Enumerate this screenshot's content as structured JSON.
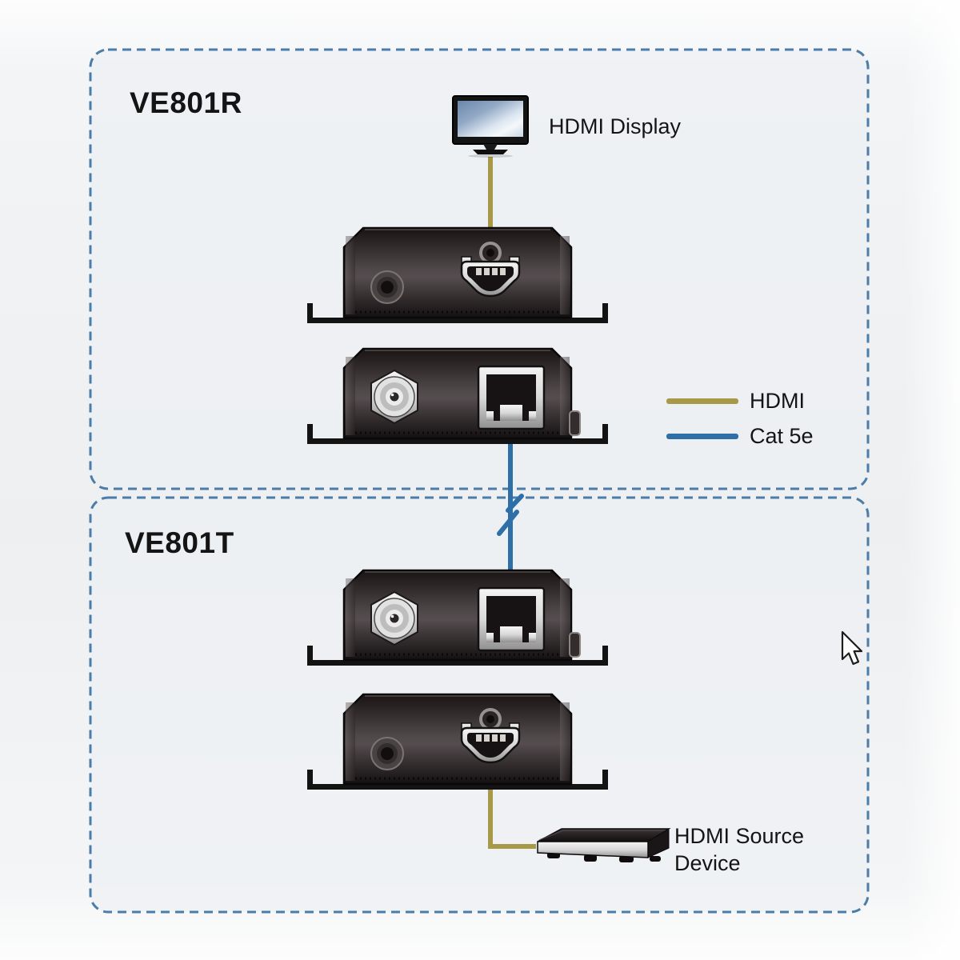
{
  "zones": [
    {
      "label": "VE801R"
    },
    {
      "label": "VE801T"
    }
  ],
  "labels": {
    "display": "HDMI Display",
    "source_line1": "HDMI Source",
    "source_line2": "Device"
  },
  "legend": {
    "items": [
      {
        "label": "HDMI"
      },
      {
        "label": "Cat 5e"
      }
    ]
  },
  "units": [
    {
      "zone": "VE801R",
      "view": "hdmi-port-side",
      "ports": [
        "round-jack",
        "hdmi-port"
      ]
    },
    {
      "zone": "VE801R",
      "view": "cat5e-port-side",
      "ports": [
        "power-jack",
        "rj45-port"
      ]
    },
    {
      "zone": "VE801T",
      "view": "cat5e-port-side",
      "ports": [
        "power-jack",
        "rj45-port"
      ]
    },
    {
      "zone": "VE801T",
      "view": "hdmi-port-side",
      "ports": [
        "round-jack",
        "hdmi-port"
      ]
    }
  ],
  "icons": {
    "display": "monitor-icon",
    "source": "media-player-icon",
    "cable_break": "cable-break-icon",
    "cursor": "mouse-pointer-icon"
  },
  "colors": {
    "hdmi_cable": "#a79947",
    "cat5e_cable": "#2f6fa7",
    "zone_border": "#4b7da9",
    "zone_fill": "#ecf0f2",
    "label_text": "#141414"
  }
}
